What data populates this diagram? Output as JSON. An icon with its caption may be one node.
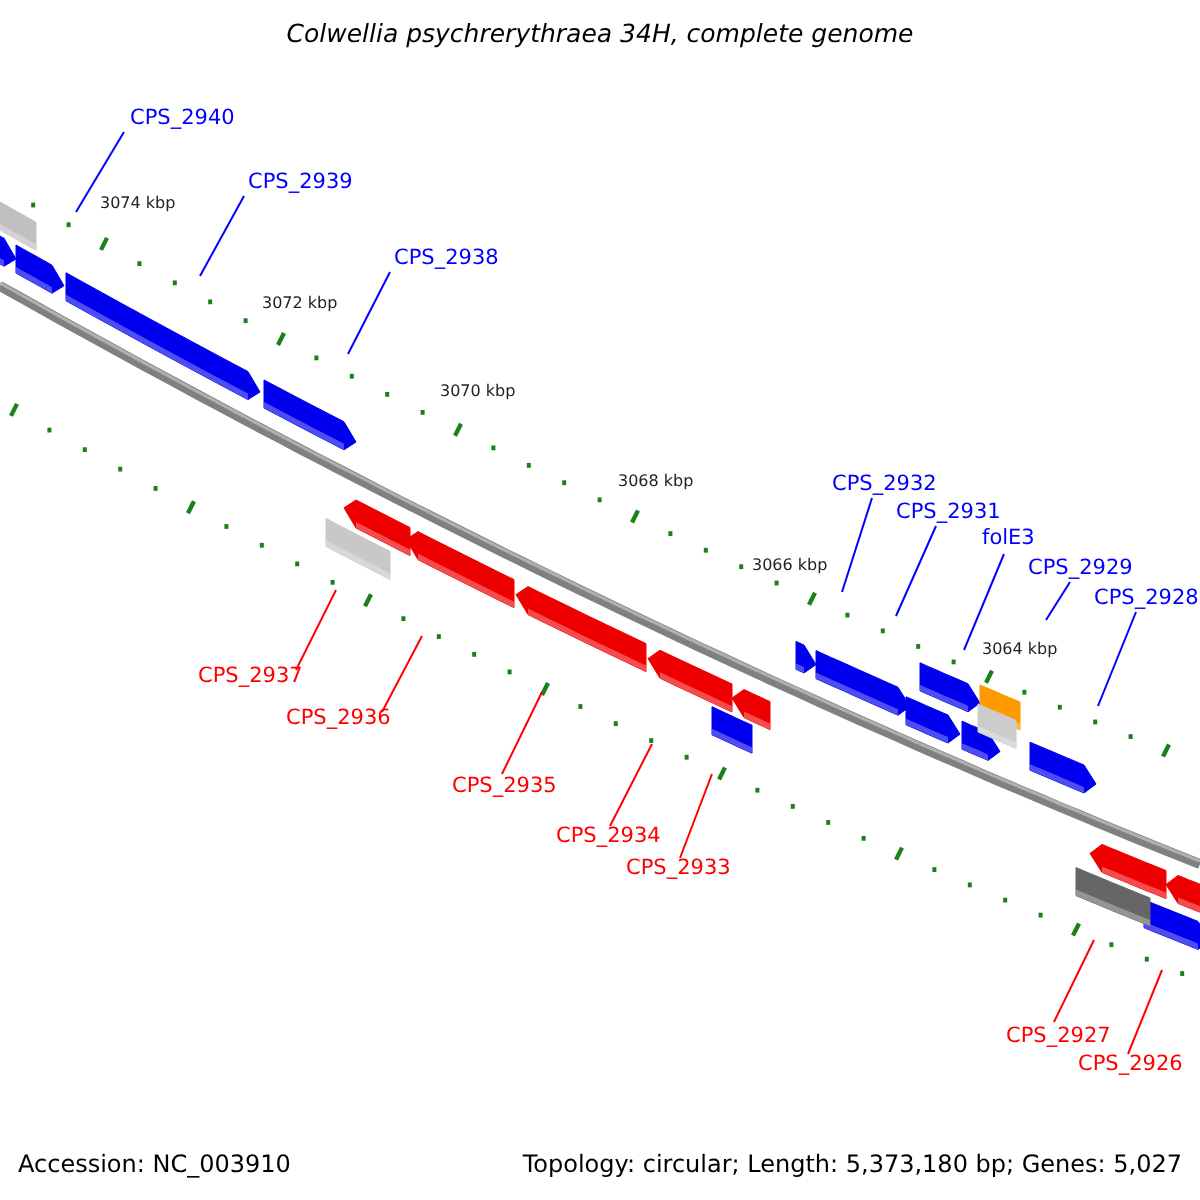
{
  "diagram": {
    "title": "Colwellia psychrerythraea 34H, complete genome",
    "nodes": [
      {
        "text": [
          "CPS_2940"
        ]
      },
      {
        "text": [
          "CPS_2939"
        ]
      },
      {
        "text": [
          "CPS_2938"
        ]
      },
      {
        "text": [
          "CPS_2932"
        ]
      },
      {
        "text": [
          "CPS_2931"
        ]
      },
      {
        "text": [
          "folE3"
        ]
      },
      {
        "text": [
          "CPS_2929"
        ]
      },
      {
        "text": [
          "CPS_2928"
        ]
      },
      {
        "text": [
          "CPS_2937"
        ]
      },
      {
        "text": [
          "CPS_2936"
        ]
      },
      {
        "text": [
          "CPS_2935"
        ]
      },
      {
        "text": [
          "CPS_2934"
        ]
      },
      {
        "text": [
          "CPS_2933"
        ]
      },
      {
        "text": [
          "CPS_2927"
        ]
      },
      {
        "text": [
          "CPS_2926"
        ]
      }
    ],
    "edges": [
      {
        "from": 0,
        "to": null,
        "arrow": "none"
      },
      {
        "from": 1,
        "to": null,
        "arrow": "none"
      },
      {
        "from": 2,
        "to": null,
        "arrow": "none"
      },
      {
        "from": 3,
        "to": null,
        "arrow": "none"
      },
      {
        "from": 4,
        "to": null,
        "arrow": "none"
      },
      {
        "from": 5,
        "to": null,
        "arrow": "none"
      },
      {
        "from": 6,
        "to": null,
        "arrow": "none"
      },
      {
        "from": 7,
        "to": null,
        "arrow": "none"
      },
      {
        "from": 8,
        "to": null,
        "arrow": "none",
        "color": "#ff0000"
      },
      {
        "from": 9,
        "to": null,
        "arrow": "none",
        "color": "#ff0000"
      },
      {
        "from": 10,
        "to": null,
        "arrow": "none",
        "color": "#ff0000"
      },
      {
        "from": 11,
        "to": null,
        "arrow": "none",
        "color": "#ff0000"
      },
      {
        "from": 12,
        "to": null,
        "arrow": "none",
        "color": "#ff0000"
      },
      {
        "from": 13,
        "to": null,
        "arrow": "none",
        "color": "#ff0000"
      },
      {
        "from": 14,
        "to": null,
        "arrow": "none",
        "color": "#ff0000"
      }
    ],
    "labels": [
      "3074 kbp",
      "3072 kbp",
      "3070 kbp",
      "3068 kbp",
      "3066 kbp",
      "3064 kbp",
      "Accession: NC_003910",
      "Topology: circular; Length: 5,373,180 bp; Genes: 5,027"
    ]
  }
}
